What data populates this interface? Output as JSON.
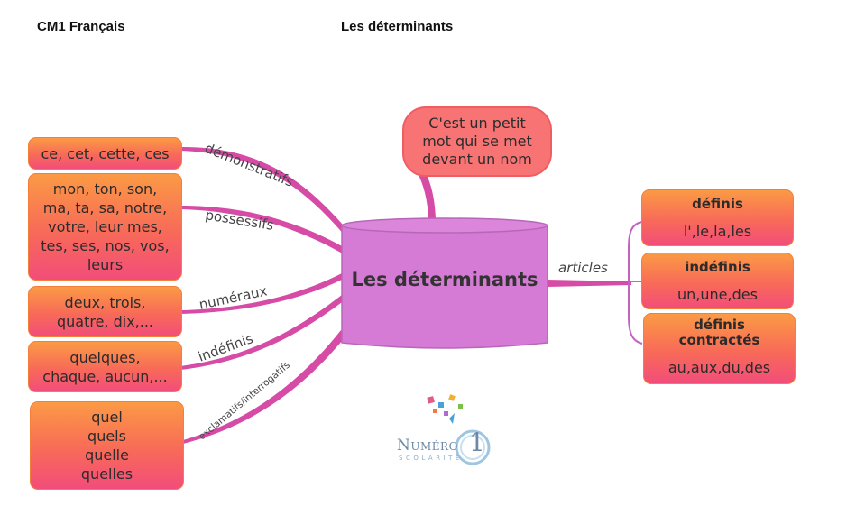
{
  "header": {
    "left": "CM1 Français",
    "center": "Les déterminants"
  },
  "center_node": {
    "label": "Les déterminants"
  },
  "bubble": {
    "text": "C'est un petit\nmot qui se met\ndevant un nom"
  },
  "branches": {
    "demonstratifs": {
      "label": "démonstratifs",
      "box": "ce, cet, cette, ces"
    },
    "possessifs": {
      "label": "possessifs",
      "box": "mon, ton, son,\nma, ta, sa, notre,\nvotre, leur  mes,\ntes, ses, nos, vos,\nleurs"
    },
    "numeraux": {
      "label": "numéraux",
      "box": "deux, trois,\nquatre, dix,..."
    },
    "indefinis": {
      "label": "indéfinis",
      "box": "quelques,\nchaque, aucun,..."
    },
    "exclamatifs": {
      "label": "exclamatifs/interrogatifs",
      "box": "quel\nquels\nquelle\nquelles"
    }
  },
  "articles": {
    "label": "articles",
    "items": [
      {
        "title": "définis",
        "value": "l',le,la,les"
      },
      {
        "title": "indéfinis",
        "value": "un,une,des"
      },
      {
        "title": "définis\ncontractés",
        "value": "au,aux,du,des"
      }
    ]
  },
  "logo": {
    "word": "Numéro",
    "number": "1",
    "sub": "SCOLARITÉ"
  },
  "colors": {
    "branch": "#d64ba6",
    "center_fill": "#d57ad5",
    "box_top": "#fb9a45",
    "box_bottom": "#f24d7a",
    "bubble": "#f87474"
  }
}
